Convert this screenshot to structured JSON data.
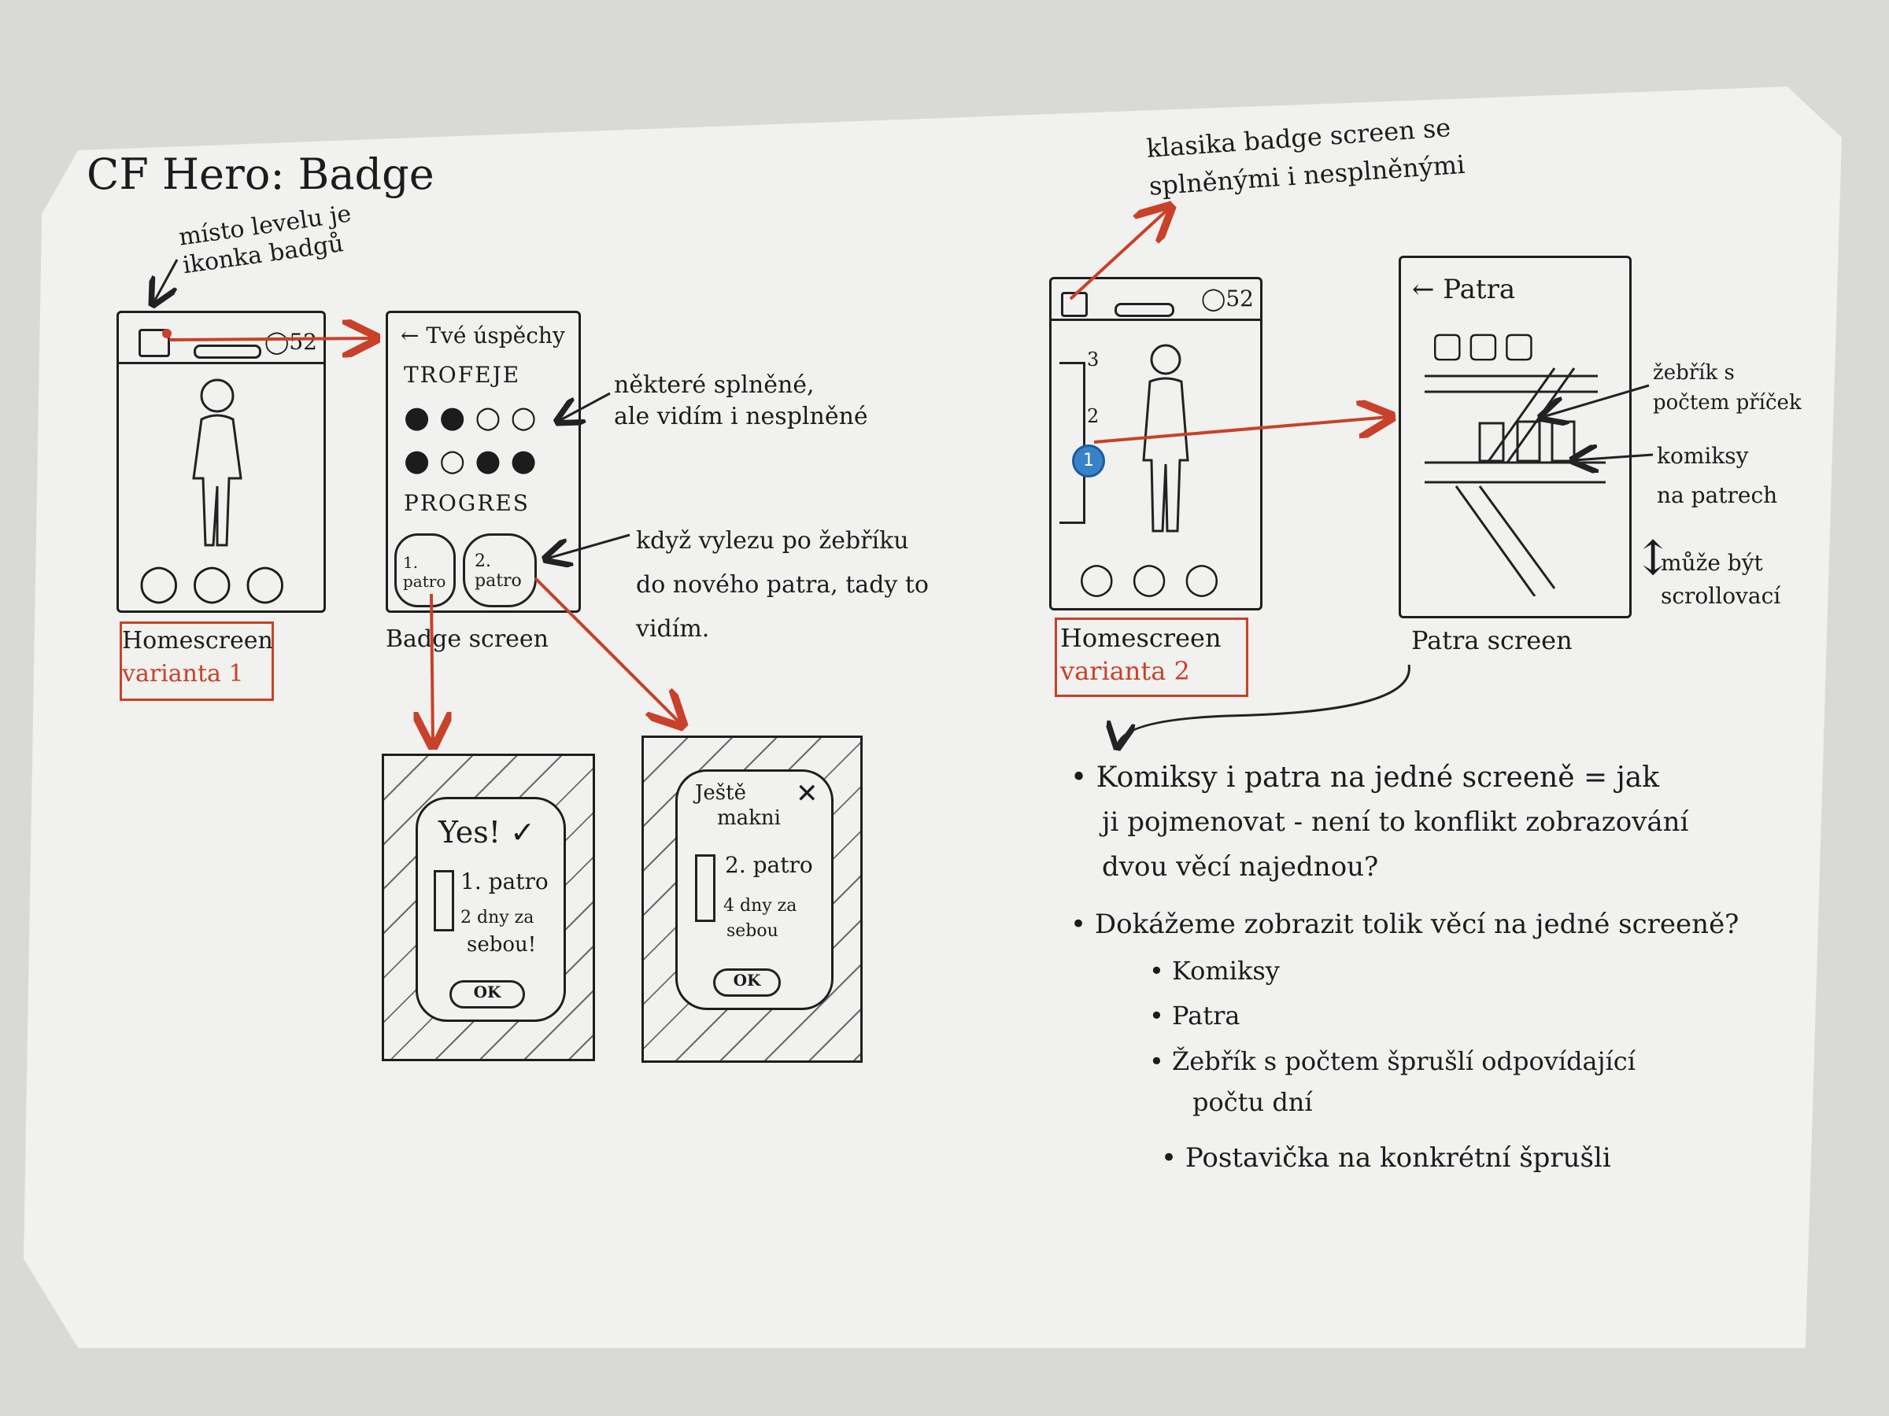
{
  "title": "CF Hero: Badge",
  "annotations": {
    "badge_icon_note": [
      "místo levelu je",
      "ikonka badgů"
    ],
    "classic_badge_note": [
      "klasika badge screen se",
      "splněnými i nesplněnými"
    ],
    "trophies_note": [
      "některé splněné,",
      "ale vidím i nesplněné"
    ],
    "ladder_note": [
      "když vylezu po žebříku",
      "do nového patra, tady to",
      "vidím."
    ],
    "ladder_count_note": [
      "žebřík s",
      "počtem příček"
    ],
    "boxes_note": [
      "komiksy",
      "na patrech"
    ],
    "scroll_note": [
      "může být",
      "scrollovací"
    ]
  },
  "homescreen1": {
    "counter": "52",
    "label_line1": "Homescreen",
    "label_line2": "varianta 1"
  },
  "badge_screen": {
    "header": "← Tvé úspěchy",
    "section_trophies": "TROFEJE",
    "section_progress": "PROGRES",
    "floors": [
      "1. patro",
      "2. patro"
    ],
    "label": "Badge screen"
  },
  "homescreen2": {
    "counter": "52",
    "ladder_numbers": [
      "3",
      "2",
      "1"
    ],
    "label_line1": "Homescreen",
    "label_line2": "varianta 2"
  },
  "patra_screen": {
    "header": "← Patra",
    "label": "Patra screen"
  },
  "dialog_yes": {
    "title": "Yes!",
    "line1": "1. patro",
    "line2": "2 dny za",
    "line3": "sebou!",
    "button": "OK"
  },
  "dialog_more": {
    "title_line1": "Ještě",
    "title_line2": "makni",
    "line1": "2. patro",
    "line2": "4 dny za",
    "line3": "sebou",
    "button": "OK"
  },
  "bullets": {
    "b1_line1": "Komiksy i patra na jedné screeně = jak",
    "b1_line2": "ji pojmenovat - není to konflikt zobrazování",
    "b1_line3": "dvou věcí najednou?",
    "b2": "Dokážeme zobrazit tolik věcí na jedné screeně?",
    "sub": [
      "Komiksy",
      "Patra",
      "Žebřík s počtem šprušlí odpovídající",
      "počtu dní"
    ],
    "b3": "Postavička na konkrétní šprušli"
  }
}
